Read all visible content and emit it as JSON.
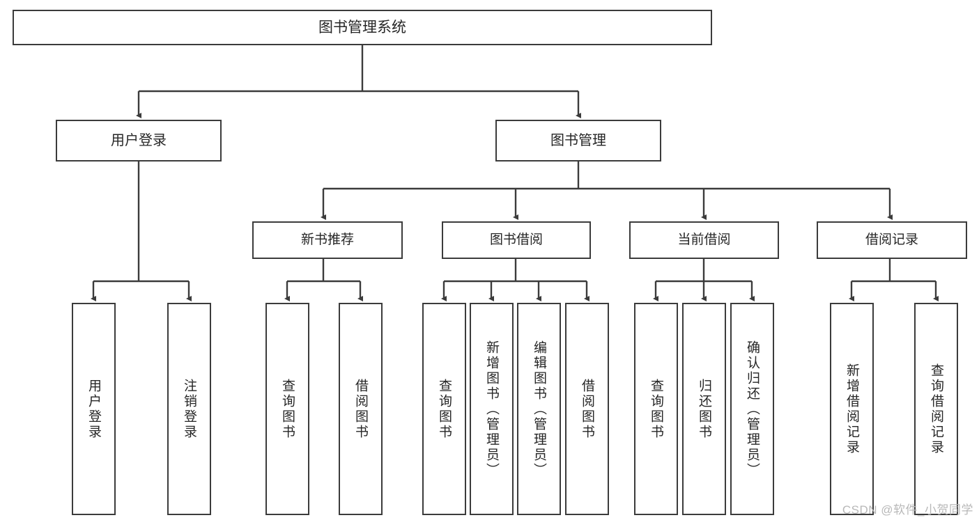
{
  "diagram": {
    "title": "图书管理系统",
    "type": "功能结构图",
    "root": {
      "label": "图书管理系统"
    },
    "level2": [
      {
        "label": "用户登录"
      },
      {
        "label": "图书管理"
      }
    ],
    "level3": [
      {
        "label": "新书推荐"
      },
      {
        "label": "图书借阅"
      },
      {
        "label": "当前借阅"
      },
      {
        "label": "借阅记录"
      }
    ],
    "leaves": [
      {
        "label": "用户登录"
      },
      {
        "label": "注销登录"
      },
      {
        "label": "查询图书"
      },
      {
        "label": "借阅图书"
      },
      {
        "label": "查询图书"
      },
      {
        "label": "新增图书（管理员）"
      },
      {
        "label": "编辑图书（管理员）"
      },
      {
        "label": "借阅图书"
      },
      {
        "label": "查询图书"
      },
      {
        "label": "归还图书"
      },
      {
        "label": "确认归还（管理员）"
      },
      {
        "label": "新增借阅记录"
      },
      {
        "label": "查询借阅记录"
      }
    ],
    "watermark": "CSDN @软件_小贺同学",
    "colors": {
      "stroke": "#3b3b3b",
      "fill": "#ffffff",
      "text": "#262626",
      "watermark": "#b8b8b8"
    }
  }
}
